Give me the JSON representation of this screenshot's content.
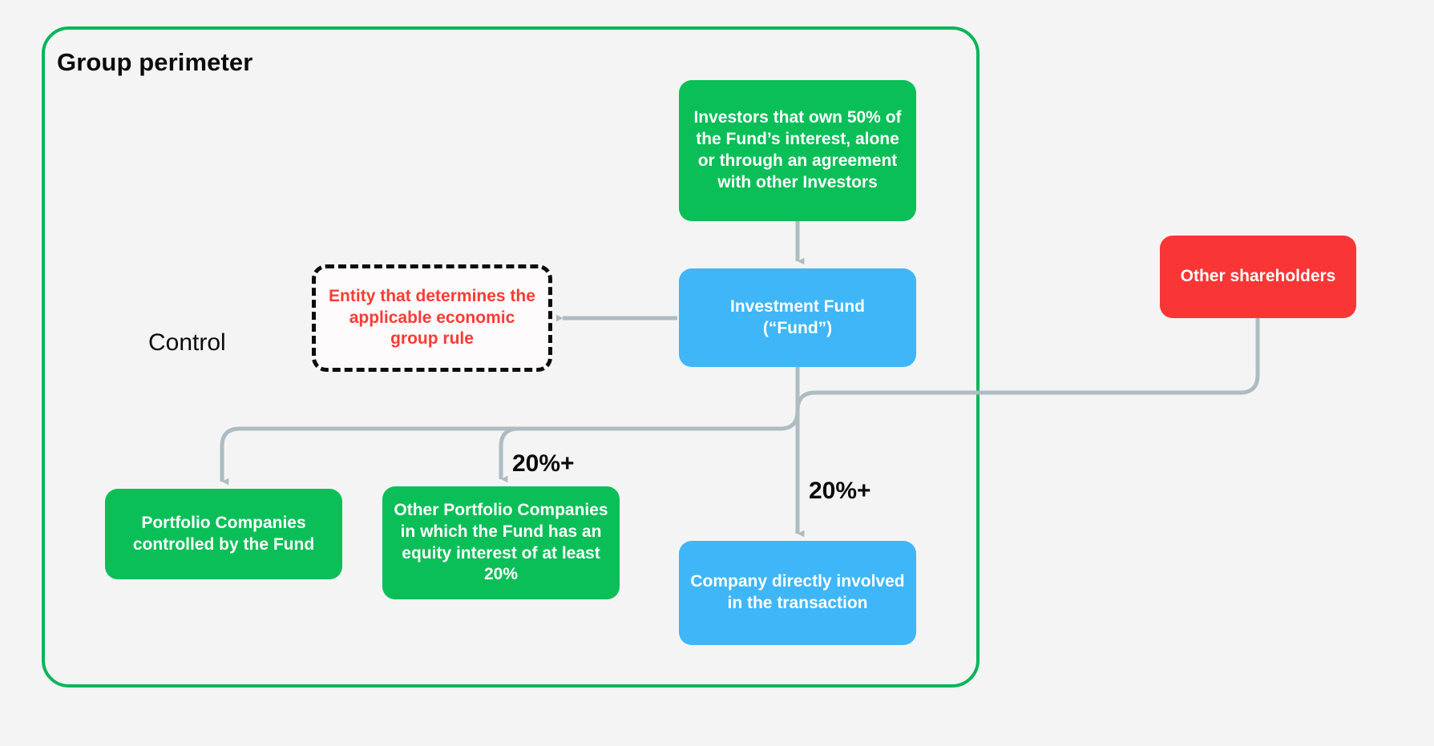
{
  "diagram": {
    "background_color": "#f4f4f4",
    "perimeter": {
      "label": "Group perimeter",
      "border_color": "#08B559"
    },
    "colors": {
      "green": "#0ABF57",
      "blue": "#3FB6F7",
      "red": "#F93535",
      "connector": "#AEBBC2",
      "dashed_border": "#0d0d0d",
      "dashed_text": "#FB3B35"
    },
    "nodes": {
      "investors": "Investors that own 50% of the Fund’s interest, alone or through an agreement with other Investors",
      "fund": "Investment Fund\n(“Fund”)",
      "decider": "Entity that determines the applicable economic group rule",
      "other_shareholders": "Other shareholders",
      "controlled_portfolio": "Portfolio Companies controlled by the Fund",
      "other_portfolio": "Other Portfolio Companies in which the Fund has an equity interest of at least 20%",
      "company_direct": "Company directly involved in the transaction"
    },
    "edge_labels": {
      "control": "Control",
      "pct_portfolio": "20%+",
      "pct_company": "20%+"
    }
  }
}
